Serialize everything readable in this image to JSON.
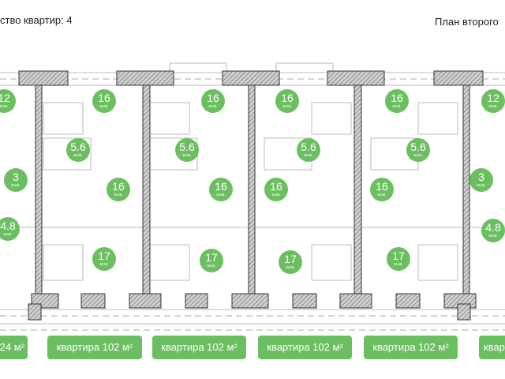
{
  "header": {
    "left": "ство квартир: 4",
    "right": "План второго"
  },
  "area_unit": "м.кв.",
  "colors": {
    "accent": "#6cbf60",
    "wall": "#555555"
  },
  "rooms": [
    {
      "area": "12"
    },
    {
      "area": "16"
    },
    {
      "area": "16"
    },
    {
      "area": "16"
    },
    {
      "area": "16"
    },
    {
      "area": "12"
    },
    {
      "area": "5.6"
    },
    {
      "area": "5.6"
    },
    {
      "area": "5.6"
    },
    {
      "area": "5.6"
    },
    {
      "area": "3"
    },
    {
      "area": "16"
    },
    {
      "area": "16"
    },
    {
      "area": "16"
    },
    {
      "area": "16"
    },
    {
      "area": "3"
    },
    {
      "area": "4.8"
    },
    {
      "area": "4.8"
    },
    {
      "area": "17"
    },
    {
      "area": "17"
    },
    {
      "area": "17"
    },
    {
      "area": "17"
    }
  ],
  "apartments": [
    {
      "label": "24 м²"
    },
    {
      "label": "квартира 102 м²"
    },
    {
      "label": "квартира 102 м²"
    },
    {
      "label": "квартира 102 м²"
    },
    {
      "label": "квартира 102 м²"
    },
    {
      "label": "квар"
    }
  ]
}
